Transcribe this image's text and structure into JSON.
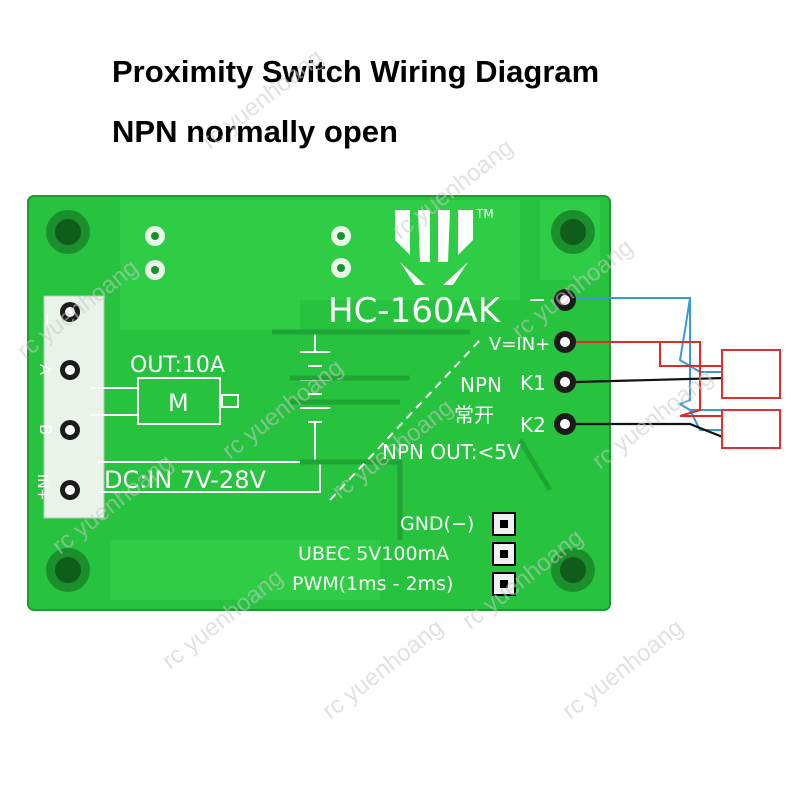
{
  "title": "Proximity Switch Wiring Diagram",
  "subtitle": "NPN normally open",
  "board": {
    "model": "HC-160AK",
    "tm": "TM",
    "out_label": "OUT:10A",
    "motor_label": "M",
    "dcin_label": "DC:IN 7V-28V",
    "left_pins": [
      "−",
      "A",
      "B",
      "IN+"
    ],
    "right_pins": [
      "−",
      "V=IN+",
      "K1",
      "K2"
    ],
    "npn_label": "NPN",
    "nc_label": "常开",
    "npn_out_label": "NPN OUT:<5V",
    "bottom_pins": [
      "GND(−)",
      "UBEC 5V100mA",
      "PWM(1ms - 2ms)"
    ]
  },
  "watermark": "rc yuenhoang",
  "colors": {
    "board": "#27c23e",
    "board_dark": "#1fa534",
    "trace": "#3dd452",
    "wire_blue": "#3a9ad9",
    "wire_red": "#e02a2a",
    "wire_black": "#111111",
    "sensor_box": "#e03030"
  }
}
